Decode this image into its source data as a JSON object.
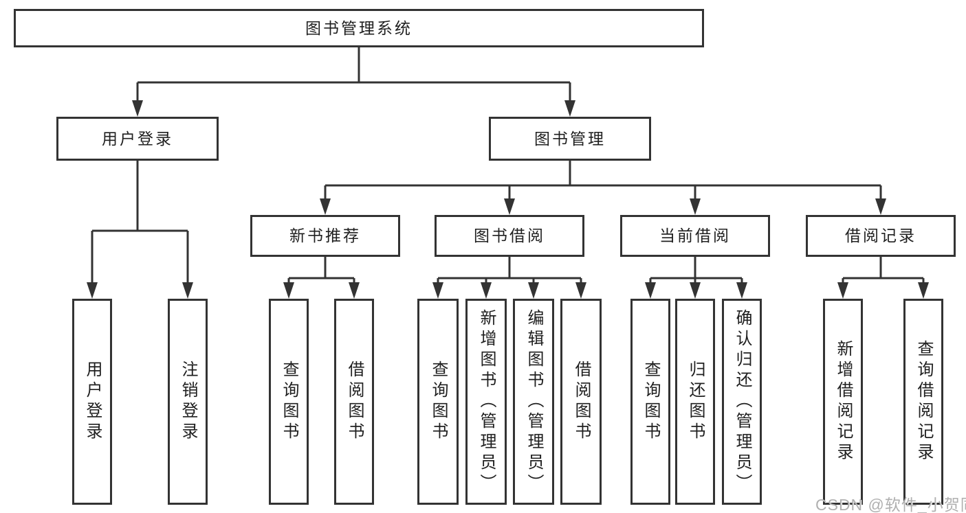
{
  "tree": {
    "root": {
      "label": "图书管理系统"
    },
    "branches": [
      {
        "label": "用户登录",
        "children": [
          {
            "label": "用户登录"
          },
          {
            "label": "注销登录"
          }
        ]
      },
      {
        "label": "图书管理",
        "children": [
          {
            "label": "新书推荐",
            "children": [
              {
                "label": "查询图书"
              },
              {
                "label": "借阅图书"
              }
            ]
          },
          {
            "label": "图书借阅",
            "children": [
              {
                "label": "查询图书"
              },
              {
                "label": "新增图书（管理员）"
              },
              {
                "label": "编辑图书（管理员）"
              },
              {
                "label": "借阅图书"
              }
            ]
          },
          {
            "label": "当前借阅",
            "children": [
              {
                "label": "查询图书"
              },
              {
                "label": "归还图书"
              },
              {
                "label": "确认归还（管理员）"
              }
            ]
          },
          {
            "label": "借阅记录",
            "children": [
              {
                "label": "新增借阅记录"
              },
              {
                "label": "查询借阅记录"
              }
            ]
          }
        ]
      }
    ]
  },
  "watermark": "CSDN @软件_小贺同学",
  "colors": {
    "line": "#333333",
    "text": "#1f1f1f",
    "watermark": "#b0b0b0",
    "background": "#ffffff"
  }
}
